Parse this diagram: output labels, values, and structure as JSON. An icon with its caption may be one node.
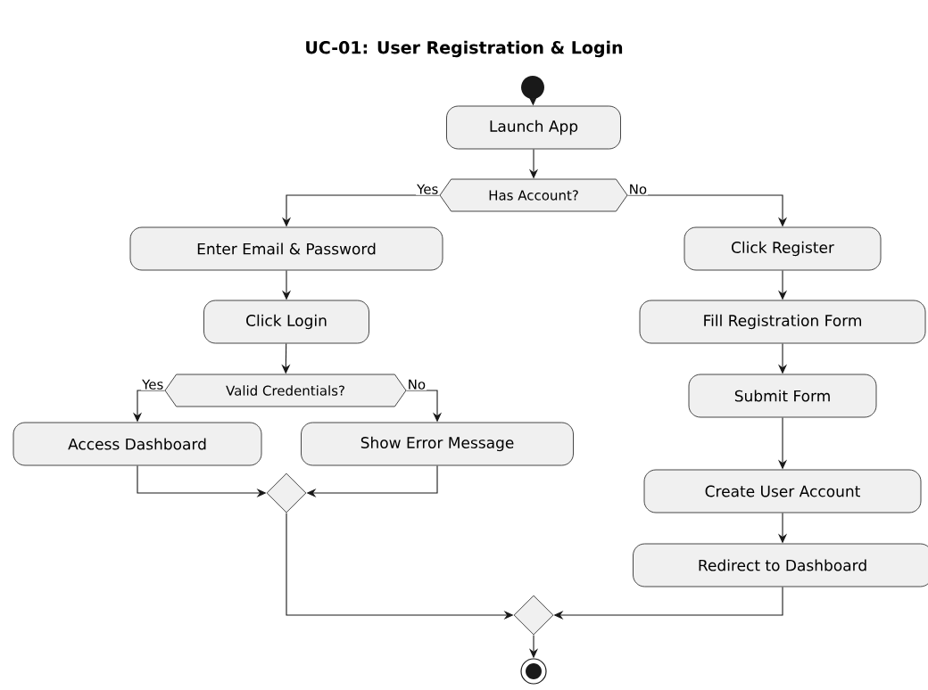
{
  "diagram": {
    "title": "UC-01: User Registration & Login",
    "nodes": [
      {
        "text": [],
        "shape": "circle"
      },
      {
        "text": [
          "Launch App"
        ]
      },
      {
        "text": [
          "Has Account?"
        ]
      },
      {
        "text": [
          "Enter Email & Password"
        ]
      },
      {
        "text": [
          "Click Login"
        ]
      },
      {
        "text": [
          "Valid Credentials?"
        ]
      },
      {
        "text": [
          "Access Dashboard"
        ]
      },
      {
        "text": [
          "Show Error Message"
        ]
      },
      {
        "text": [],
        "shape": "diamond"
      },
      {
        "text": [
          "Click Register"
        ]
      },
      {
        "text": [
          "Fill Registration Form"
        ]
      },
      {
        "text": [
          "Submit Form"
        ]
      },
      {
        "text": [
          "Create User Account"
        ]
      },
      {
        "text": [
          "Redirect to Dashboard"
        ]
      },
      {
        "text": [],
        "shape": "diamond"
      },
      {
        "text": [],
        "shape": "end-circle"
      }
    ],
    "edges": [
      {
        "from": 0,
        "to": 1,
        "arrow": "to"
      },
      {
        "from": 1,
        "to": 2,
        "arrow": "to"
      },
      {
        "from": 2,
        "to": 3,
        "arrow": "to",
        "label": "Yes"
      },
      {
        "from": 2,
        "to": 9,
        "arrow": "to",
        "label": "No"
      },
      {
        "from": 3,
        "to": 4,
        "arrow": "to"
      },
      {
        "from": 4,
        "to": 5,
        "arrow": "to"
      },
      {
        "from": 5,
        "to": 6,
        "arrow": "to",
        "label": "Yes"
      },
      {
        "from": 5,
        "to": 7,
        "arrow": "to",
        "label": "No"
      },
      {
        "from": 6,
        "to": 8,
        "arrow": "to"
      },
      {
        "from": 7,
        "to": 8,
        "arrow": "to"
      },
      {
        "from": 8,
        "to": 14,
        "arrow": "to"
      },
      {
        "from": 9,
        "to": 10,
        "arrow": "to"
      },
      {
        "from": 10,
        "to": 11,
        "arrow": "to"
      },
      {
        "from": 11,
        "to": 12,
        "arrow": "to"
      },
      {
        "from": 12,
        "to": 13,
        "arrow": "to"
      },
      {
        "from": 13,
        "to": 14,
        "arrow": "to"
      },
      {
        "from": 14,
        "to": 15,
        "arrow": "to"
      }
    ]
  }
}
